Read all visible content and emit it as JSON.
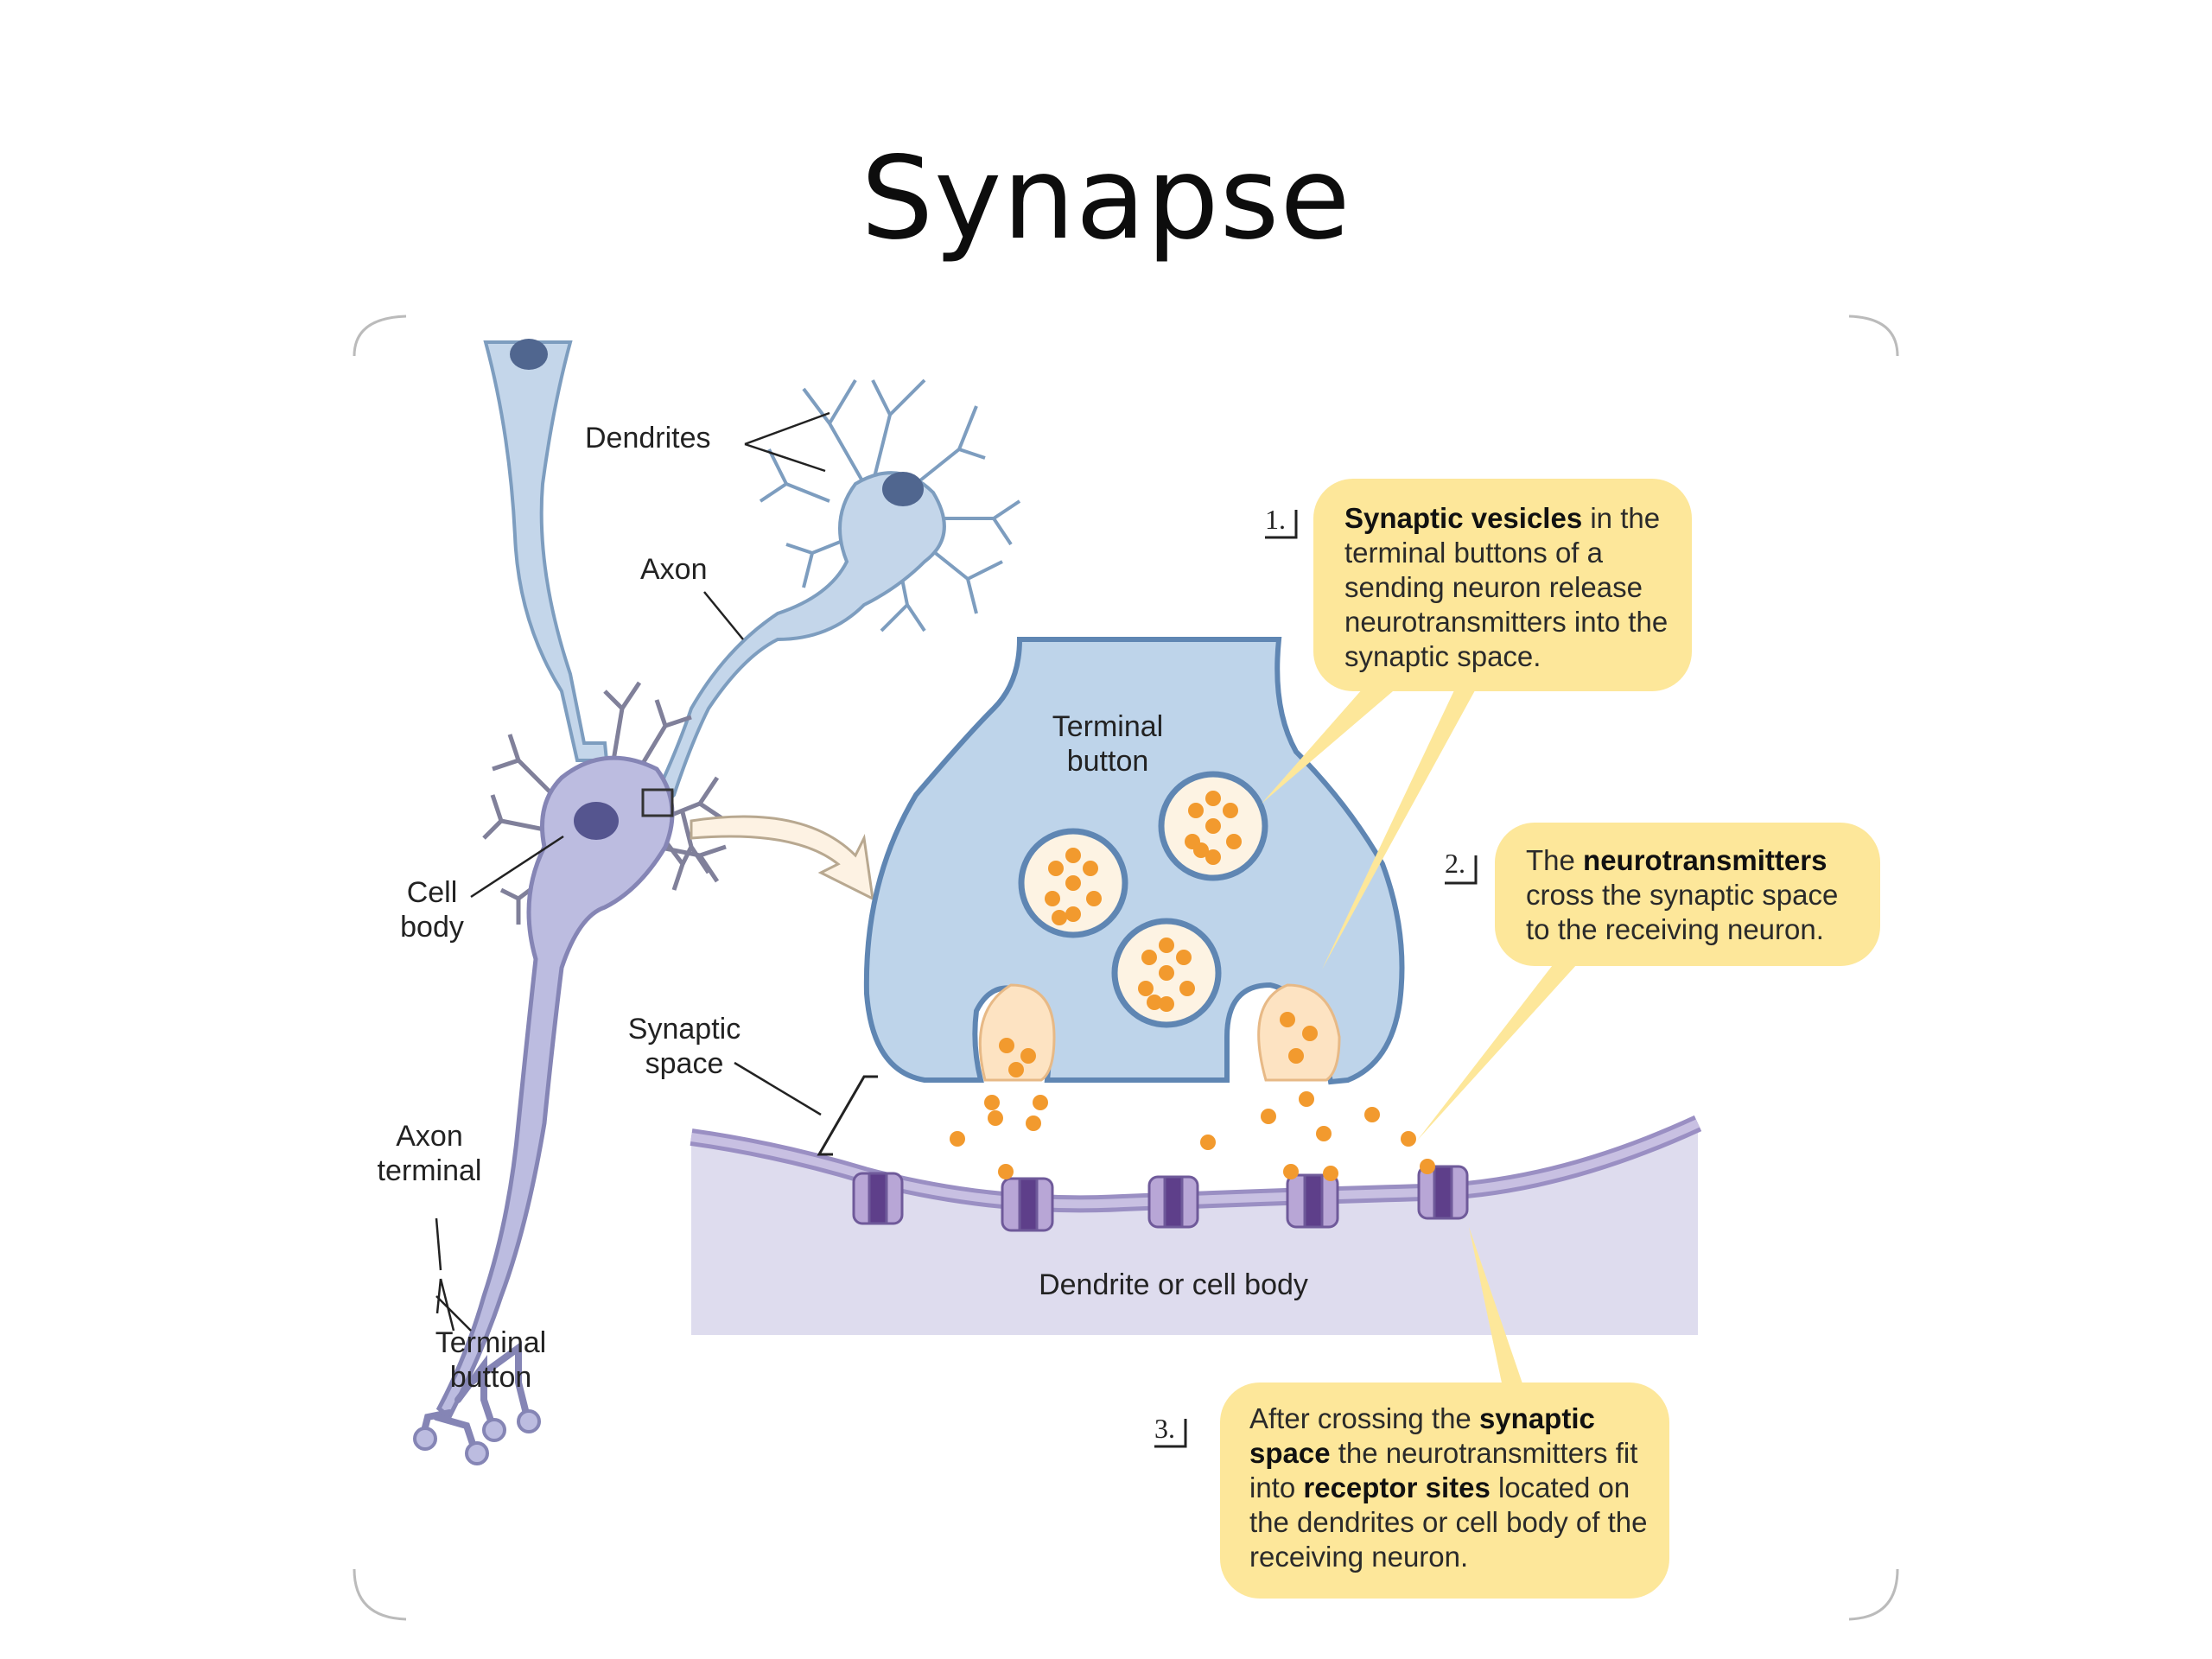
{
  "slide": {
    "title": "Synapse"
  },
  "labels": {
    "dendrites": "Dendrites",
    "axon": "Axon",
    "cell_body_1": "Cell",
    "cell_body_2": "body",
    "axon_terminal_1": "Axon",
    "axon_terminal_2": "terminal",
    "terminal_button_1": "Terminal",
    "terminal_button_2": "button",
    "zoom_terminal_button_1": "Terminal",
    "zoom_terminal_button_2": "button",
    "synaptic_space_1": "Synaptic",
    "synaptic_space_2": "space",
    "dendrite_or_cell_body": "Dendrite or cell body"
  },
  "steps": [
    {
      "number": "1.",
      "bold_1": "Synaptic vesicles",
      "text_1": " in the terminal buttons of a sending neuron release neurotransmitters into the synaptic space."
    },
    {
      "number": "2.",
      "text_0": "The ",
      "bold_1": "neurotransmitters",
      "text_1": " cross the synaptic space to the receiving neuron."
    },
    {
      "number": "3.",
      "text_0": "After crossing the ",
      "bold_1": "synaptic space",
      "text_1": " the neurotransmitters fit into ",
      "bold_2": "receptor sites",
      "text_2": " located on the dendrites or cell body of the receiving neuron."
    }
  ],
  "colors": {
    "neuron_blue": "#bcd3ea",
    "neuron_outline": "#5f86b3",
    "receiving_neuron": "#bdbde0",
    "vesicle_orange": "#f29a2e",
    "callout_yellow": "#fde79a",
    "membrane_purple": "#a99ccc"
  }
}
